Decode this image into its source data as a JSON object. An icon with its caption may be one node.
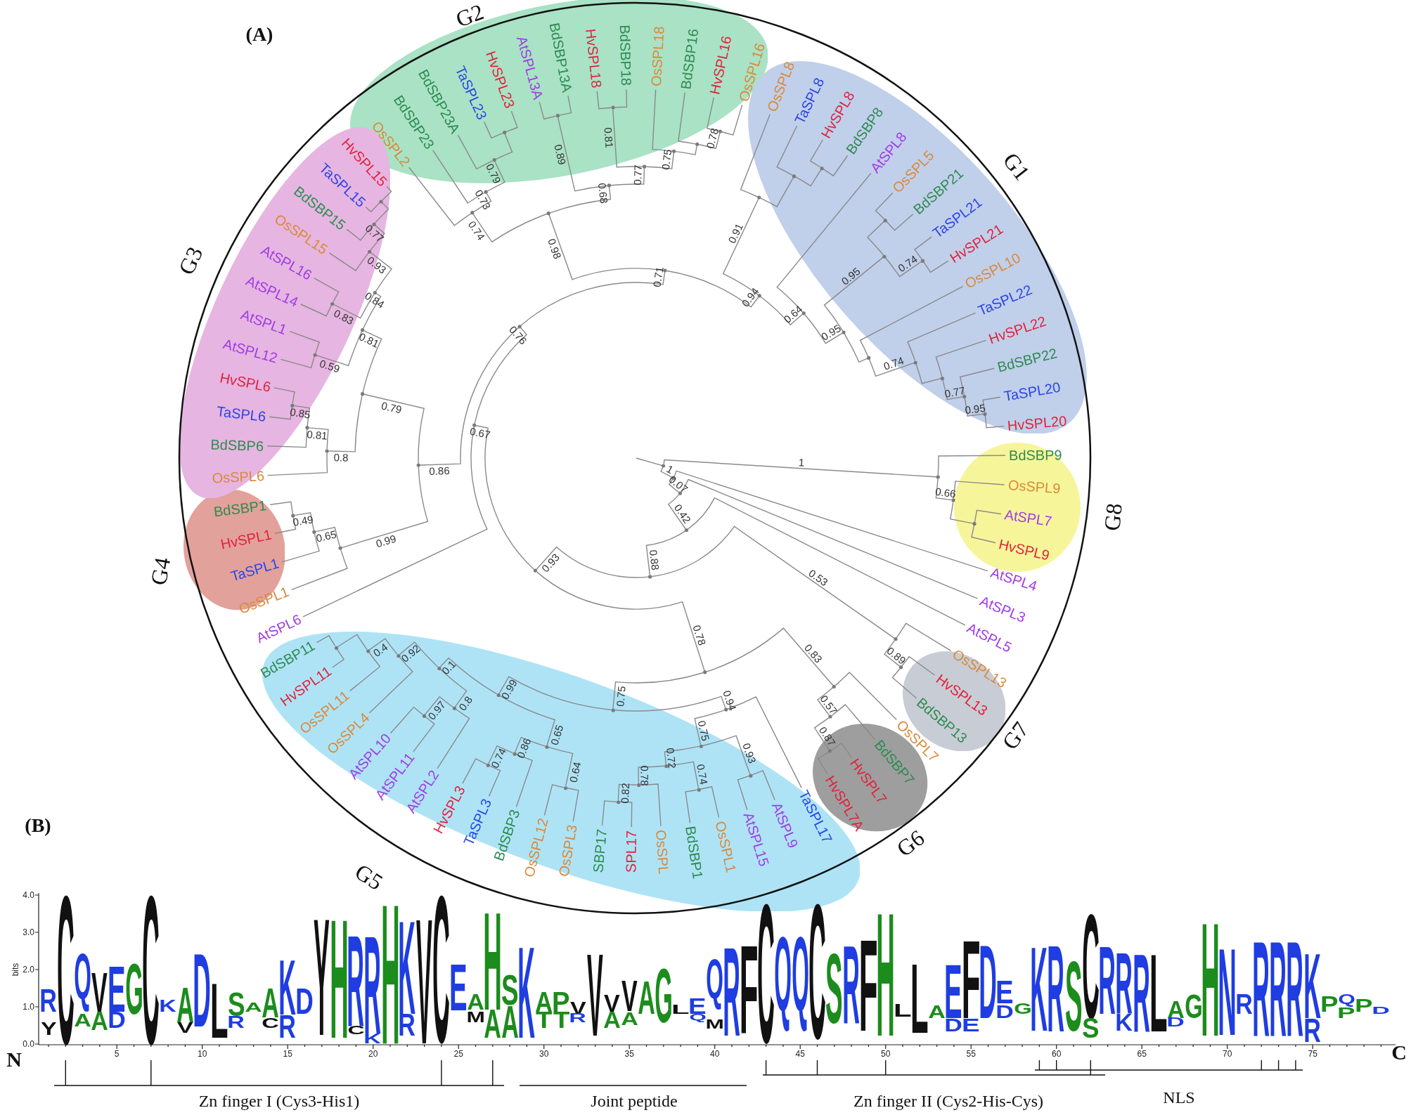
{
  "diagram": {
    "nodes": [
      {
        "text": [
          "G2"
        ]
      },
      {
        "text": [
          "OsSPL2"
        ],
        "in": 0
      },
      {
        "text": [
          "BdSBP23"
        ],
        "in": 0
      },
      {
        "text": [
          "BdSBP23A"
        ],
        "in": 0
      },
      {
        "text": [
          "TaSPL23"
        ],
        "in": 0
      },
      {
        "text": [
          "HvSPL23"
        ],
        "in": 0
      },
      {
        "text": [
          "AtSPL13A"
        ],
        "in": 0
      },
      {
        "text": [
          "BdSBP13A"
        ],
        "in": 0
      },
      {
        "text": [
          "HvSPL18"
        ],
        "in": 0
      },
      {
        "text": [
          "BdSBP18"
        ],
        "in": 0
      },
      {
        "text": [
          "OsSPL18"
        ],
        "in": 0
      },
      {
        "text": [
          "BdSBP16"
        ],
        "in": 0
      },
      {
        "text": [
          "HvSPL16"
        ],
        "in": 0
      },
      {
        "text": [
          "OsSPL16"
        ],
        "in": 0
      },
      {
        "text": [
          "G1"
        ]
      },
      {
        "text": [
          "OsSPL8"
        ],
        "in": 14
      },
      {
        "text": [
          "TaSPL8"
        ],
        "in": 14
      },
      {
        "text": [
          "HvSPL8"
        ],
        "in": 14
      },
      {
        "text": [
          "BdSBP8"
        ],
        "in": 14
      },
      {
        "text": [
          "AtSPL8"
        ],
        "in": 14
      },
      {
        "text": [
          "OsSPL5"
        ],
        "in": 14
      },
      {
        "text": [
          "BdSBP21"
        ],
        "in": 14
      },
      {
        "text": [
          "TaSPL21"
        ],
        "in": 14
      },
      {
        "text": [
          "HvSPL21"
        ],
        "in": 14
      },
      {
        "text": [
          "OsSPL10"
        ],
        "in": 14
      },
      {
        "text": [
          "TaSPL22"
        ],
        "in": 14
      },
      {
        "text": [
          "HvSPL22"
        ],
        "in": 14
      },
      {
        "text": [
          "BdSBP22"
        ],
        "in": 14
      },
      {
        "text": [
          "TaSPL20"
        ],
        "in": 14
      },
      {
        "text": [
          "HvSPL20"
        ],
        "in": 14
      },
      {
        "text": [
          "G8"
        ]
      },
      {
        "text": [
          "BdSBP9"
        ],
        "in": 30
      },
      {
        "text": [
          "OsSPL9"
        ],
        "in": 30
      },
      {
        "text": [
          "AtSPL7"
        ],
        "in": 30
      },
      {
        "text": [
          "HvSPL9"
        ],
        "in": 30
      },
      {
        "text": [
          "AtSPL4"
        ]
      },
      {
        "text": [
          "AtSPL3"
        ]
      },
      {
        "text": [
          "AtSPL5"
        ]
      },
      {
        "text": [
          "G7"
        ]
      },
      {
        "text": [
          "OsSPL13"
        ],
        "in": 38
      },
      {
        "text": [
          "HvSPL13"
        ],
        "in": 38
      },
      {
        "text": [
          "BdSBP13"
        ],
        "in": 38
      },
      {
        "text": [
          "G6"
        ]
      },
      {
        "text": [
          "OsSPL7"
        ],
        "in": 42
      },
      {
        "text": [
          "BdSBP7"
        ],
        "in": 42
      },
      {
        "text": [
          "HvSPL7"
        ],
        "in": 42
      },
      {
        "text": [
          "HvSPL7A"
        ],
        "in": 42
      },
      {
        "text": [
          "G5"
        ]
      },
      {
        "text": [
          "TaSPL17"
        ],
        "in": 47
      },
      {
        "text": [
          "AtSPL9"
        ],
        "in": 47
      },
      {
        "text": [
          "AtSPL15"
        ],
        "in": 47
      },
      {
        "text": [
          "OsSPL1"
        ],
        "in": 47
      },
      {
        "text": [
          "BdSBP1"
        ],
        "in": 47
      },
      {
        "text": [
          "OsSPL"
        ],
        "in": 47
      },
      {
        "text": [
          "SPL17"
        ],
        "in": 47
      },
      {
        "text": [
          "SBP17"
        ],
        "in": 47
      },
      {
        "text": [
          "OsSPL3"
        ],
        "in": 47
      },
      {
        "text": [
          "OsSPL12"
        ],
        "in": 47
      },
      {
        "text": [
          "BdSBP3"
        ],
        "in": 47
      },
      {
        "text": [
          "TaSPL3"
        ],
        "in": 47
      },
      {
        "text": [
          "HvSPL3"
        ],
        "in": 47
      },
      {
        "text": [
          "AtSPL2"
        ],
        "in": 47
      },
      {
        "text": [
          "AtSPL11"
        ],
        "in": 47
      },
      {
        "text": [
          "AtSPL10"
        ],
        "in": 47
      },
      {
        "text": [
          "OsSPL4"
        ],
        "in": 47
      },
      {
        "text": [
          "OsSPL11"
        ],
        "in": 47
      },
      {
        "text": [
          "HvSPL11"
        ],
        "in": 47
      },
      {
        "text": [
          "BdSBP11"
        ],
        "in": 47
      },
      {
        "text": [
          "AtSPL6"
        ]
      },
      {
        "text": [
          "G4"
        ]
      },
      {
        "text": [
          "OsSPL1"
        ],
        "in": 69
      },
      {
        "text": [
          "TaSPL1"
        ],
        "in": 69
      },
      {
        "text": [
          "HvSPL1"
        ],
        "in": 69
      },
      {
        "text": [
          "BdSBP1"
        ],
        "in": 69
      },
      {
        "text": [
          "G3"
        ]
      },
      {
        "text": [
          "OsSPL6"
        ],
        "in": 74
      },
      {
        "text": [
          "BdSBP6"
        ],
        "in": 74
      },
      {
        "text": [
          "TaSPL6"
        ],
        "in": 74
      },
      {
        "text": [
          "HvSPL6"
        ],
        "in": 74
      },
      {
        "text": [
          "AtSPL12"
        ],
        "in": 74
      },
      {
        "text": [
          "AtSPL1"
        ],
        "in": 74
      },
      {
        "text": [
          "AtSPL14"
        ],
        "in": 74
      },
      {
        "text": [
          "AtSPL16"
        ],
        "in": 74
      },
      {
        "text": [
          "OsSPL15"
        ],
        "in": 74
      },
      {
        "text": [
          "BdSBP15"
        ],
        "in": 74
      },
      {
        "text": [
          "TaSPL15"
        ],
        "in": 74
      },
      {
        "text": [
          "HvSPL15"
        ],
        "in": 74
      },
      {
        "text": [],
        "shape": "dot"
      },
      {
        "text": [],
        "shape": "dot"
      },
      {
        "text": [],
        "shape": "dot"
      },
      {
        "text": [],
        "shape": "dot",
        "in": 30
      },
      {
        "text": [],
        "shape": "dot"
      },
      {
        "text": [],
        "shape": "dot"
      },
      {
        "text": [],
        "shape": "dot"
      },
      {
        "text": [],
        "shape": "dot"
      },
      {
        "text": [],
        "shape": "dot"
      },
      {
        "text": [],
        "shape": "dot"
      },
      {
        "text": [],
        "shape": "dot"
      },
      {
        "text": [],
        "shape": "dot"
      },
      {
        "text": [],
        "shape": "dot"
      },
      {
        "text": [],
        "shape": "dot"
      },
      {
        "text": [],
        "shape": "dot",
        "in": 42
      },
      {
        "text": [],
        "shape": "dot",
        "in": 47
      },
      {
        "text": [],
        "shape": "dot"
      },
      {
        "text": [],
        "shape": "dot",
        "in": 47
      },
      {
        "text": [],
        "shape": "dot",
        "in": 47
      },
      {
        "text": [],
        "shape": "dot",
        "in": 47
      },
      {
        "text": [],
        "shape": "dot",
        "in": 47
      },
      {
        "text": [],
        "shape": "dot",
        "in": 47
      },
      {
        "text": [],
        "shape": "dot",
        "in": 47
      },
      {
        "text": [],
        "shape": "dot",
        "in": 47
      },
      {
        "text": [],
        "shape": "dot",
        "in": 47
      },
      {
        "text": [],
        "shape": "dot",
        "in": 47
      },
      {
        "text": [],
        "shape": "dot",
        "in": 47
      },
      {
        "text": [],
        "shape": "dot",
        "in": 47
      },
      {
        "text": [],
        "shape": "dot",
        "in": 47
      },
      {
        "text": [],
        "shape": "dot",
        "in": 47
      },
      {
        "text": [],
        "shape": "dot",
        "in": 47
      },
      {
        "text": [],
        "shape": "dot",
        "in": 47
      },
      {
        "text": [],
        "shape": "dot",
        "in": 47
      },
      {
        "text": [],
        "shape": "dot",
        "in": 47
      },
      {
        "text": [],
        "shape": "dot"
      },
      {
        "text": [],
        "shape": "dot"
      },
      {
        "text": [],
        "shape": "dot"
      },
      {
        "text": [],
        "shape": "dot"
      },
      {
        "text": [],
        "shape": "dot"
      },
      {
        "text": [],
        "shape": "dot"
      },
      {
        "text": [],
        "shape": "dot"
      },
      {
        "text": [],
        "shape": "dot"
      },
      {
        "text": [],
        "shape": "dot"
      },
      {
        "text": [],
        "shape": "dot",
        "in": 74
      },
      {
        "text": [],
        "shape": "dot"
      },
      {
        "text": [],
        "shape": "dot",
        "in": 74
      },
      {
        "text": [],
        "shape": "dot"
      },
      {
        "text": [],
        "shape": "dot",
        "in": 74
      },
      {
        "text": [],
        "shape": "dot",
        "in": 74
      },
      {
        "text": [],
        "shape": "dot",
        "in": 74
      },
      {
        "text": [],
        "shape": "dot",
        "in": 74
      },
      {
        "text": [],
        "shape": "dot"
      },
      {
        "text": [],
        "shape": "dot"
      },
      {
        "text": [],
        "shape": "dot"
      },
      {
        "text": [],
        "shape": "dot"
      },
      {
        "text": [],
        "shape": "dot",
        "in": 0
      },
      {
        "text": [],
        "shape": "dot",
        "in": 0
      },
      {
        "text": [],
        "shape": "dot"
      },
      {
        "text": [],
        "shape": "dot",
        "in": 0
      },
      {
        "text": [],
        "shape": "dot"
      },
      {
        "text": [],
        "shape": "dot",
        "in": 0
      },
      {
        "text": [],
        "shape": "dot"
      },
      {
        "text": [],
        "shape": "dot"
      },
      {
        "text": [],
        "shape": "dot"
      },
      {
        "text": [],
        "shape": "dot"
      },
      {
        "text": [],
        "shape": "dot"
      },
      {
        "text": [],
        "shape": "dot",
        "in": 14
      },
      {
        "text": [],
        "shape": "dot",
        "in": 14
      },
      {
        "text": [],
        "shape": "dot"
      },
      {
        "text": [],
        "shape": "dot"
      },
      {
        "text": [],
        "shape": "dot",
        "in": 14
      },
      {
        "text": [],
        "shape": "dot",
        "in": 14
      },
      {
        "text": [],
        "shape": "dot",
        "in": 14
      },
      {
        "text": [],
        "shape": "dot"
      },
      {
        "text": [],
        "shape": "dot",
        "in": 14
      },
      {
        "text": [],
        "shape": "dot",
        "in": 14
      },
      {
        "text": [],
        "shape": "dot",
        "in": 14
      },
      {
        "text": [],
        "shape": "dot",
        "in": 14
      }
    ],
    "edges": [
      {
        "from": null,
        "to": 87,
        "arrow": "none"
      },
      {
        "from": 87,
        "to": 88,
        "arrow": "none",
        "label": "1"
      },
      {
        "from": 87,
        "to": 91,
        "arrow": "none",
        "label": "1"
      },
      {
        "from": 88,
        "to": 31,
        "arrow": "none"
      },
      {
        "from": 88,
        "to": 89,
        "arrow": "none",
        "label": "0.66"
      },
      {
        "from": 89,
        "to": 32,
        "arrow": "none"
      },
      {
        "from": 89,
        "to": 90,
        "arrow": "none"
      },
      {
        "from": 90,
        "to": 33,
        "arrow": "none"
      },
      {
        "from": 90,
        "to": 34,
        "arrow": "none"
      },
      {
        "from": 91,
        "to": 35,
        "arrow": "none"
      },
      {
        "from": 91,
        "to": 92,
        "arrow": "none",
        "label": "0.07"
      },
      {
        "from": 92,
        "to": 36,
        "arrow": "none"
      },
      {
        "from": 92,
        "to": 93,
        "arrow": "none",
        "label": "0.42"
      },
      {
        "from": 93,
        "to": 37,
        "arrow": "none"
      },
      {
        "from": 93,
        "to": 94,
        "arrow": "none",
        "label": "0.88"
      },
      {
        "from": 94,
        "to": 95,
        "arrow": "none",
        "label": "0.53"
      },
      {
        "from": 94,
        "to": 97,
        "arrow": "none",
        "label": "0.93"
      },
      {
        "from": 95,
        "to": 39,
        "arrow": "none"
      },
      {
        "from": 95,
        "to": 96,
        "arrow": "none",
        "label": "0.89"
      },
      {
        "from": 96,
        "to": 40,
        "arrow": "none"
      },
      {
        "from": 96,
        "to": 41,
        "arrow": "none"
      },
      {
        "from": 97,
        "to": 98,
        "arrow": "none",
        "label": "0.78"
      },
      {
        "from": 97,
        "to": 121,
        "arrow": "none",
        "label": "0.67"
      },
      {
        "from": 98,
        "to": 99,
        "arrow": "none",
        "label": "0.83"
      },
      {
        "from": 98,
        "to": 102,
        "arrow": "none",
        "label": "0.75"
      },
      {
        "from": 99,
        "to": 43,
        "arrow": "none"
      },
      {
        "from": 99,
        "to": 100,
        "arrow": "none",
        "label": "0.57"
      },
      {
        "from": 100,
        "to": 44,
        "arrow": "none"
      },
      {
        "from": 100,
        "to": 101,
        "arrow": "none",
        "label": "0.87"
      },
      {
        "from": 101,
        "to": 45,
        "arrow": "none"
      },
      {
        "from": 101,
        "to": 46,
        "arrow": "none"
      },
      {
        "from": 102,
        "to": 103,
        "arrow": "none",
        "label": "0.94"
      },
      {
        "from": 102,
        "to": 110,
        "arrow": "none",
        "label": "0.99"
      },
      {
        "from": 103,
        "to": 48,
        "arrow": "none"
      },
      {
        "from": 103,
        "to": 104,
        "arrow": "none",
        "label": "0.75"
      },
      {
        "from": 104,
        "to": 105,
        "arrow": "none",
        "label": "0.93"
      },
      {
        "from": 104,
        "to": 106,
        "arrow": "none",
        "label": "0.72"
      },
      {
        "from": 105,
        "to": 49,
        "arrow": "none"
      },
      {
        "from": 105,
        "to": 50,
        "arrow": "none"
      },
      {
        "from": 106,
        "to": 107,
        "arrow": "none",
        "label": "0.78"
      },
      {
        "from": 106,
        "to": 109,
        "arrow": "none",
        "label": "0.74"
      },
      {
        "from": 107,
        "to": 53,
        "arrow": "none"
      },
      {
        "from": 107,
        "to": 108,
        "arrow": "none",
        "label": "0.82"
      },
      {
        "from": 108,
        "to": 54,
        "arrow": "none"
      },
      {
        "from": 108,
        "to": 55,
        "arrow": "none"
      },
      {
        "from": 109,
        "to": 51,
        "arrow": "none"
      },
      {
        "from": 109,
        "to": 52,
        "arrow": "none"
      },
      {
        "from": 110,
        "to": 111,
        "arrow": "none",
        "label": "0.65"
      },
      {
        "from": 110,
        "to": 115,
        "arrow": "none",
        "label": "0.1"
      },
      {
        "from": 111,
        "to": 112,
        "arrow": "none",
        "label": "0.64"
      },
      {
        "from": 111,
        "to": 113,
        "arrow": "none",
        "label": "0.86"
      },
      {
        "from": 112,
        "to": 56,
        "arrow": "none"
      },
      {
        "from": 112,
        "to": 57,
        "arrow": "none"
      },
      {
        "from": 113,
        "to": 58,
        "arrow": "none"
      },
      {
        "from": 113,
        "to": 114,
        "arrow": "none",
        "label": "0.74"
      },
      {
        "from": 114,
        "to": 59,
        "arrow": "none"
      },
      {
        "from": 114,
        "to": 60,
        "arrow": "none"
      },
      {
        "from": 115,
        "to": 116,
        "arrow": "none",
        "label": "0.8"
      },
      {
        "from": 115,
        "to": 118,
        "arrow": "none",
        "label": "0.92"
      },
      {
        "from": 116,
        "to": 61,
        "arrow": "none"
      },
      {
        "from": 116,
        "to": 117,
        "arrow": "none",
        "label": "0.97"
      },
      {
        "from": 117,
        "to": 62,
        "arrow": "none"
      },
      {
        "from": 117,
        "to": 63,
        "arrow": "none"
      },
      {
        "from": 118,
        "to": 64,
        "arrow": "none"
      },
      {
        "from": 118,
        "to": 119,
        "arrow": "none",
        "label": "0.4"
      },
      {
        "from": 119,
        "to": 65,
        "arrow": "none"
      },
      {
        "from": 119,
        "to": 120,
        "arrow": "none"
      },
      {
        "from": 120,
        "to": 66,
        "arrow": "none"
      },
      {
        "from": 120,
        "to": 67,
        "arrow": "none"
      },
      {
        "from": 121,
        "to": 68,
        "arrow": "none"
      },
      {
        "from": 121,
        "to": 122,
        "arrow": "none",
        "label": "0.76"
      },
      {
        "from": 122,
        "to": 123,
        "arrow": "none",
        "label": "0.86"
      },
      {
        "from": 122,
        "to": 138,
        "arrow": "none",
        "label": "0.71"
      },
      {
        "from": 123,
        "to": 124,
        "arrow": "none",
        "label": "0.99"
      },
      {
        "from": 123,
        "to": 127,
        "arrow": "none",
        "label": "0.79"
      },
      {
        "from": 124,
        "to": 70,
        "arrow": "none"
      },
      {
        "from": 124,
        "to": 125,
        "arrow": "none",
        "label": "0.65"
      },
      {
        "from": 125,
        "to": 71,
        "arrow": "none"
      },
      {
        "from": 125,
        "to": 126,
        "arrow": "none",
        "label": "0.49"
      },
      {
        "from": 126,
        "to": 72,
        "arrow": "none"
      },
      {
        "from": 126,
        "to": 73,
        "arrow": "none"
      },
      {
        "from": 127,
        "to": 128,
        "arrow": "none",
        "label": "0.8"
      },
      {
        "from": 127,
        "to": 131,
        "arrow": "none",
        "label": "0.81"
      },
      {
        "from": 128,
        "to": 75,
        "arrow": "none"
      },
      {
        "from": 128,
        "to": 129,
        "arrow": "none",
        "label": "0.81"
      },
      {
        "from": 129,
        "to": 76,
        "arrow": "none"
      },
      {
        "from": 129,
        "to": 130,
        "arrow": "none",
        "label": "0.85"
      },
      {
        "from": 130,
        "to": 77,
        "arrow": "none"
      },
      {
        "from": 130,
        "to": 78,
        "arrow": "none"
      },
      {
        "from": 131,
        "to": 132,
        "arrow": "none",
        "label": "0.59"
      },
      {
        "from": 131,
        "to": 133,
        "arrow": "none",
        "label": "0.84"
      },
      {
        "from": 132,
        "to": 79,
        "arrow": "none"
      },
      {
        "from": 132,
        "to": 80,
        "arrow": "none"
      },
      {
        "from": 133,
        "to": 134,
        "arrow": "none",
        "label": "0.83"
      },
      {
        "from": 133,
        "to": 135,
        "arrow": "none",
        "label": "0.93"
      },
      {
        "from": 134,
        "to": 81,
        "arrow": "none"
      },
      {
        "from": 134,
        "to": 82,
        "arrow": "none"
      },
      {
        "from": 135,
        "to": 83,
        "arrow": "none"
      },
      {
        "from": 135,
        "to": 136,
        "arrow": "none",
        "label": "0.77"
      },
      {
        "from": 136,
        "to": 84,
        "arrow": "none"
      },
      {
        "from": 136,
        "to": 137,
        "arrow": "none"
      },
      {
        "from": 137,
        "to": 85,
        "arrow": "none"
      },
      {
        "from": 137,
        "to": 86,
        "arrow": "none"
      },
      {
        "from": 138,
        "to": 139,
        "arrow": "none",
        "label": "0.98"
      },
      {
        "from": 138,
        "to": 151,
        "arrow": "none",
        "label": "0.94"
      },
      {
        "from": 139,
        "to": 140,
        "arrow": "none",
        "label": "0.74"
      },
      {
        "from": 139,
        "to": 144,
        "arrow": "none",
        "label": "0.68"
      },
      {
        "from": 140,
        "to": 1,
        "arrow": "none"
      },
      {
        "from": 140,
        "to": 141,
        "arrow": "none",
        "label": "0.73"
      },
      {
        "from": 141,
        "to": 2,
        "arrow": "none"
      },
      {
        "from": 141,
        "to": 142,
        "arrow": "none",
        "label": "0.79"
      },
      {
        "from": 142,
        "to": 3,
        "arrow": "none"
      },
      {
        "from": 142,
        "to": 143,
        "arrow": "none"
      },
      {
        "from": 143,
        "to": 4,
        "arrow": "none"
      },
      {
        "from": 143,
        "to": 5,
        "arrow": "none"
      },
      {
        "from": 144,
        "to": 145,
        "arrow": "none",
        "label": "0.89"
      },
      {
        "from": 144,
        "to": 146,
        "arrow": "none",
        "label": "0.77"
      },
      {
        "from": 145,
        "to": 6,
        "arrow": "none"
      },
      {
        "from": 145,
        "to": 7,
        "arrow": "none"
      },
      {
        "from": 146,
        "to": 147,
        "arrow": "none",
        "label": "0.81"
      },
      {
        "from": 146,
        "to": 148,
        "arrow": "none",
        "label": "0.75"
      },
      {
        "from": 147,
        "to": 8,
        "arrow": "none"
      },
      {
        "from": 147,
        "to": 9,
        "arrow": "none"
      },
      {
        "from": 148,
        "to": 10,
        "arrow": "none"
      },
      {
        "from": 148,
        "to": 149,
        "arrow": "none"
      },
      {
        "from": 149,
        "to": 11,
        "arrow": "none"
      },
      {
        "from": 149,
        "to": 150,
        "arrow": "none",
        "label": "0.78"
      },
      {
        "from": 150,
        "to": 12,
        "arrow": "none"
      },
      {
        "from": 150,
        "to": 13,
        "arrow": "none"
      },
      {
        "from": 151,
        "to": 152,
        "arrow": "none",
        "label": "0.91"
      },
      {
        "from": 151,
        "to": 155,
        "arrow": "none",
        "label": "0.64"
      },
      {
        "from": 152,
        "to": 15,
        "arrow": "none"
      },
      {
        "from": 152,
        "to": 153,
        "arrow": "none"
      },
      {
        "from": 153,
        "to": 16,
        "arrow": "none"
      },
      {
        "from": 153,
        "to": 154,
        "arrow": "none"
      },
      {
        "from": 154,
        "to": 17,
        "arrow": "none"
      },
      {
        "from": 154,
        "to": 18,
        "arrow": "none"
      },
      {
        "from": 155,
        "to": 19,
        "arrow": "none"
      },
      {
        "from": 155,
        "to": 156,
        "arrow": "none",
        "label": "0.95"
      },
      {
        "from": 156,
        "to": 157,
        "arrow": "none",
        "label": "0.95"
      },
      {
        "from": 156,
        "to": 160,
        "arrow": "none"
      },
      {
        "from": 157,
        "to": 158,
        "arrow": "none"
      },
      {
        "from": 157,
        "to": 159,
        "arrow": "none",
        "label": "0.74"
      },
      {
        "from": 158,
        "to": 20,
        "arrow": "none"
      },
      {
        "from": 158,
        "to": 21,
        "arrow": "none"
      },
      {
        "from": 159,
        "to": 22,
        "arrow": "none"
      },
      {
        "from": 159,
        "to": 23,
        "arrow": "none"
      },
      {
        "from": 160,
        "to": 24,
        "arrow": "none"
      },
      {
        "from": 160,
        "to": 161,
        "arrow": "none",
        "label": "0.74"
      },
      {
        "from": 161,
        "to": 25,
        "arrow": "none"
      },
      {
        "from": 161,
        "to": 162,
        "arrow": "none"
      },
      {
        "from": 162,
        "to": 26,
        "arrow": "none"
      },
      {
        "from": 162,
        "to": 163,
        "arrow": "none",
        "label": "0.77"
      },
      {
        "from": 163,
        "to": 27,
        "arrow": "none"
      },
      {
        "from": 163,
        "to": 164,
        "arrow": "none",
        "label": "0.95"
      },
      {
        "from": 164,
        "to": 28,
        "arrow": "none"
      },
      {
        "from": 164,
        "to": 29,
        "arrow": "none"
      }
    ],
    "labels": [
      "(A)",
      "(B)",
      "bits",
      "4.0",
      "3.0",
      "2.0",
      "1.0",
      "0.0",
      "R",
      "Y",
      "C",
      "Q",
      "A",
      "V",
      "A",
      "E",
      "D",
      "G",
      "C",
      "K",
      "A",
      "V",
      "D",
      "L",
      "S",
      "R",
      "A",
      "A",
      "C",
      "K",
      "R",
      "D",
      "Y",
      "H",
      "R",
      "C",
      "R",
      "K",
      "H",
      "K",
      "R",
      "V",
      "C",
      "E",
      "A",
      "M",
      "H",
      "A",
      "S",
      "A",
      "K",
      "A",
      "T",
      "P",
      "T",
      "V",
      "R",
      "V",
      "V",
      "A",
      "V",
      "A",
      "A",
      "G",
      "L",
      "E",
      "Q",
      "Q",
      "M",
      "R",
      "F",
      "C",
      "Q",
      "Q",
      "C",
      "S",
      "R",
      "F",
      "H",
      "L",
      "L",
      "A",
      "E",
      "D",
      "F",
      "E",
      "D",
      "E",
      "D",
      "G",
      "K",
      "R",
      "S",
      "C",
      "S",
      "R",
      "R",
      "K",
      "R",
      "L",
      "A",
      "D",
      "G",
      "H",
      "N",
      "R",
      "R",
      "R",
      "R",
      "K",
      "R",
      "P",
      "Q",
      "P",
      "P",
      "D",
      "N",
      "5",
      "10",
      "15",
      "20",
      "25",
      "30",
      "35",
      "40",
      "45",
      "50",
      "55",
      "60",
      "65",
      "70",
      "75",
      "C",
      "Zn finger I (Cys3-His1)",
      "Joint peptide",
      "Zn finger II (Cys2-His-Cys)",
      "NLS"
    ]
  }
}
